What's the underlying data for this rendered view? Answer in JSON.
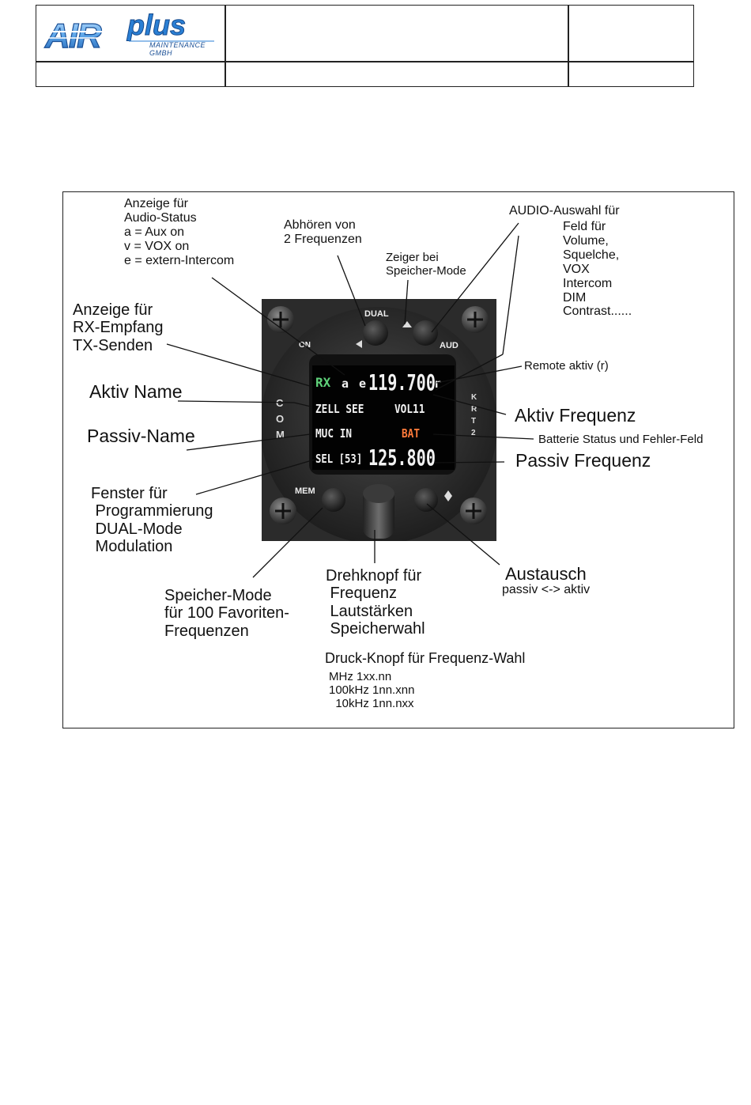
{
  "header": {
    "logo_main": "AIRplus",
    "logo_sub": "MAINTENANCE GMBH",
    "cells": [
      "",
      "",
      "",
      "",
      "",
      ""
    ]
  },
  "colors": {
    "logo_blue": "#1f74c7",
    "lcd_green": "#5fd17a",
    "lcd_white": "#f2f2f2",
    "lcd_orange": "#ff7a3a",
    "panel_dark": "#202020"
  },
  "device": {
    "lcd": {
      "line1": {
        "rx": "RX",
        "status": "a e",
        "freq": "119.700",
        "remote": "r"
      },
      "line2": {
        "name": "ZELL SEE",
        "vol": "VOL11"
      },
      "line3": {
        "name": "MUC IN",
        "bat": "BAT"
      },
      "line4": {
        "sel": "SEL [53]",
        "freq": "125.800"
      }
    },
    "panel_labels": {
      "dual": "DUAL",
      "on": "ON",
      "aud": "AUD",
      "mem": "MEM",
      "com": "COM",
      "krt2": "KRT2"
    }
  },
  "annotations": {
    "audio_status": "Anzeige für\nAudio-Status\na = Aux on\nv = VOX on\ne = extern-Intercom",
    "dual_listen": "Abhören von\n2 Frequenzen",
    "pointer": "Zeiger bei\nSpeicher-Mode",
    "audio_select_title": "AUDIO-Auswahl für",
    "audio_select_items": "Feld für\nVolume,\nSquelche,\nVOX\nIntercom\nDIM\nContrast......",
    "rx_tx": "Anzeige für\nRX-Empfang\nTX-Senden",
    "remote": "Remote aktiv (r)",
    "aktiv_name": "Aktiv Name",
    "aktiv_freq": "Aktiv Frequenz",
    "passiv_name": "Passiv-Name",
    "battery": "Batterie Status und Fehler-Feld",
    "passiv_freq": "Passiv Frequenz",
    "window": "Fenster für\n Programmierung\n DUAL-Mode\n Modulation",
    "memory": "Speicher-Mode\nfür 100 Favoriten-\nFrequenzen",
    "knob": "Drehknopf für\n Frequenz\n Lautstärken\n Speicherwahl",
    "exchange_title": "Austausch",
    "exchange_sub": "passiv <-> aktiv",
    "push_title": "Druck-Knopf für Frequenz-Wahl",
    "push_items": "MHz 1xx.nn\n100kHz 1nn.xnn\n  10kHz 1nn.nxx"
  }
}
